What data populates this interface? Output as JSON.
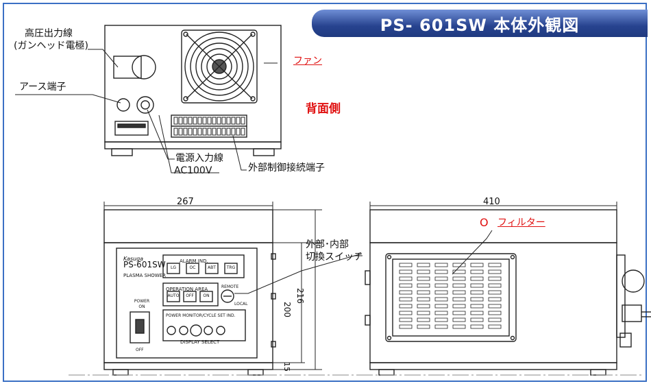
{
  "banner": {
    "title": "PS- 601SW 本体外観図"
  },
  "rear_view": {
    "label": "背面側",
    "callouts": {
      "hv_output_line1": "高圧出力線",
      "hv_output_line2": "(ガンヘッド電極)",
      "earth_terminal": "アース端子",
      "fan": "ファン",
      "power_input": "電源入力線",
      "power_voltage": "AC100V",
      "ext_control": "外部制御接続端子"
    }
  },
  "front_view": {
    "width_dim": "267",
    "height_total": "216",
    "height_body": "200",
    "height_base": "15",
    "switch_label_1": "外部･内部",
    "switch_label_2": "切換スイッチ",
    "panel": {
      "brand": "Kasuga",
      "model": "PS-601SW",
      "subtitle": "PLASMA SHOWER",
      "alarm_title": "ALARM IND.",
      "alarm_buttons": [
        "LG",
        "OC",
        "ABT",
        "TRG"
      ],
      "operation_title": "OPERATION AREA",
      "operation_buttons": [
        "AUTO",
        "OFF",
        "ON"
      ],
      "remote": "REMOTE",
      "local": "LOCAL",
      "monitor_title": "POWER MONITOR/CYCLE SET IND.",
      "display_select": "DISPLAY SELECT",
      "power_on": "POWER ON",
      "power_off": "OFF"
    }
  },
  "side_view": {
    "width_dim": "410",
    "filter_mark": "O",
    "filter": "フィルター"
  }
}
